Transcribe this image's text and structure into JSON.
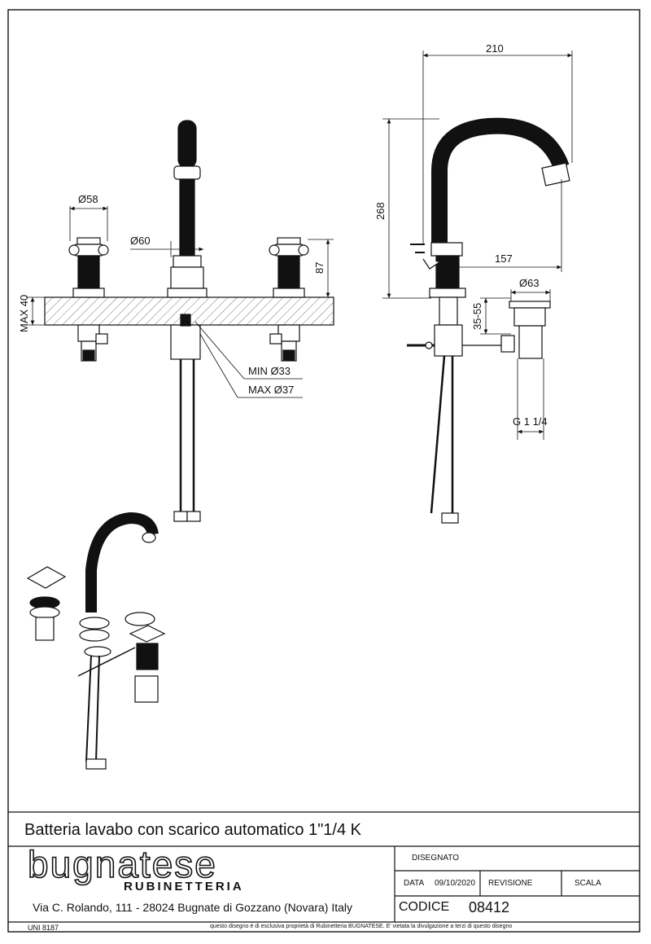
{
  "drawing": {
    "dimensions": {
      "d58": "Ø58",
      "d60": "Ø60",
      "h87": "87",
      "max40": "MAX 40",
      "min33": "MIN Ø33",
      "max37": "MAX Ø37",
      "w210": "210",
      "h268": "268",
      "w157": "157",
      "d63": "Ø63",
      "r3555": "35-55",
      "g114": "G 1 1/4"
    }
  },
  "title_block": {
    "title": "Batteria lavabo con scarico automatico 1\"1/4 K",
    "brand": "bugnatese",
    "brand_sub": "RUBINETTERIA",
    "address": "Via C. Rolando, 111 - 28024 Bugnate di Gozzano (Novara) Italy",
    "disegnato_label": "DISEGNATO",
    "data_label": "DATA",
    "data_value": "09/10/2020",
    "revisione_label": "REVISIONE",
    "scala_label": "SCALA",
    "codice_label": "CODICE",
    "codice_value": "08412",
    "uni": "UNI 8187",
    "disclaimer": "questo disegno è di esclusiva proprietà di Rubinetteria BUGNATESE. E' vietata la divulgazione a terzi di questo disegno"
  }
}
